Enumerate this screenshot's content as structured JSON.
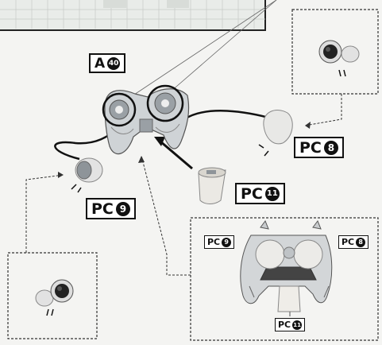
{
  "step": {
    "main_part": {
      "letter": "A",
      "number": "40"
    },
    "callouts": [
      {
        "id": "pc8_main",
        "prefix": "PC",
        "number": "8"
      },
      {
        "id": "pc9_main",
        "prefix": "PC",
        "number": "9"
      },
      {
        "id": "pc11_main",
        "prefix": "PC",
        "number": "11"
      }
    ],
    "detail_labels": [
      {
        "id": "pc9_detail",
        "prefix": "PC",
        "number": "9"
      },
      {
        "id": "pc8_detail",
        "prefix": "PC",
        "number": "8"
      },
      {
        "id": "pc11_detail",
        "prefix": "PC",
        "number": "11"
      }
    ]
  },
  "colors": {
    "ink": "#111111",
    "part_grey": "#cfd3d6",
    "shade": "#8e9499"
  }
}
